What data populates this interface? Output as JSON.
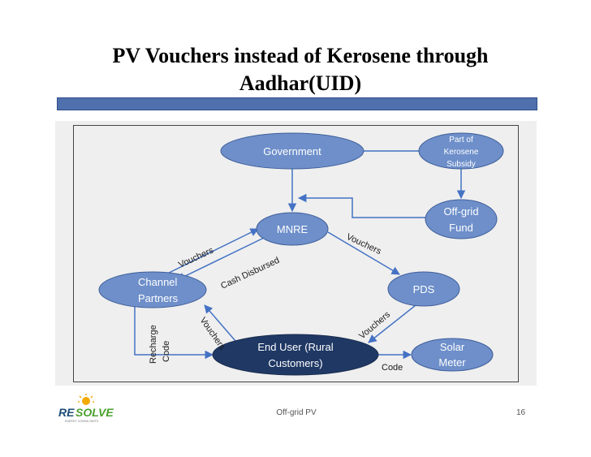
{
  "slide": {
    "title": "PV Vouchers instead of Kerosene through Aadhar(UID)",
    "title_line1": "PV Vouchers instead of Kerosene through",
    "title_line2": "Aadhar(UID)",
    "footer_text": "Off-grid PV",
    "page_number": "16",
    "logo_text": "RESOLVE",
    "logo_tagline": "ENERGY CONSULTANTS"
  },
  "diagram": {
    "nodes": {
      "government": "Government",
      "kerosene_subsidy_1": "Part of",
      "kerosene_subsidy_2": "Kerosene",
      "kerosene_subsidy_3": "Subsidy",
      "offgrid_fund_1": "Off-grid",
      "offgrid_fund_2": "Fund",
      "mnre": "MNRE",
      "pds": "PDS",
      "channel_partners_1": "Channel",
      "channel_partners_2": "Partners",
      "end_user_1": "End User (Rural",
      "end_user_2": "Customers)",
      "solar_meter_1": "Solar",
      "solar_meter_2": "Meter"
    },
    "edge_labels": {
      "vouchers_cp_mnre": "Vouchers",
      "cash_disbursed": "Cash Disbursed",
      "vouchers_mnre_pds": "Vouchers",
      "vouchers_pds_user": "Vouchers",
      "vouchers_user_cp": "Vouchers",
      "recharge": "Recharge",
      "code_recharge": "Code",
      "code_meter": "Code"
    }
  },
  "colors": {
    "light_node": "#6e8fca",
    "dark_node": "#1f3864",
    "node_border": "#3e5f9a",
    "arrow": "#4472c4",
    "title_bar": "#4f6fad"
  }
}
